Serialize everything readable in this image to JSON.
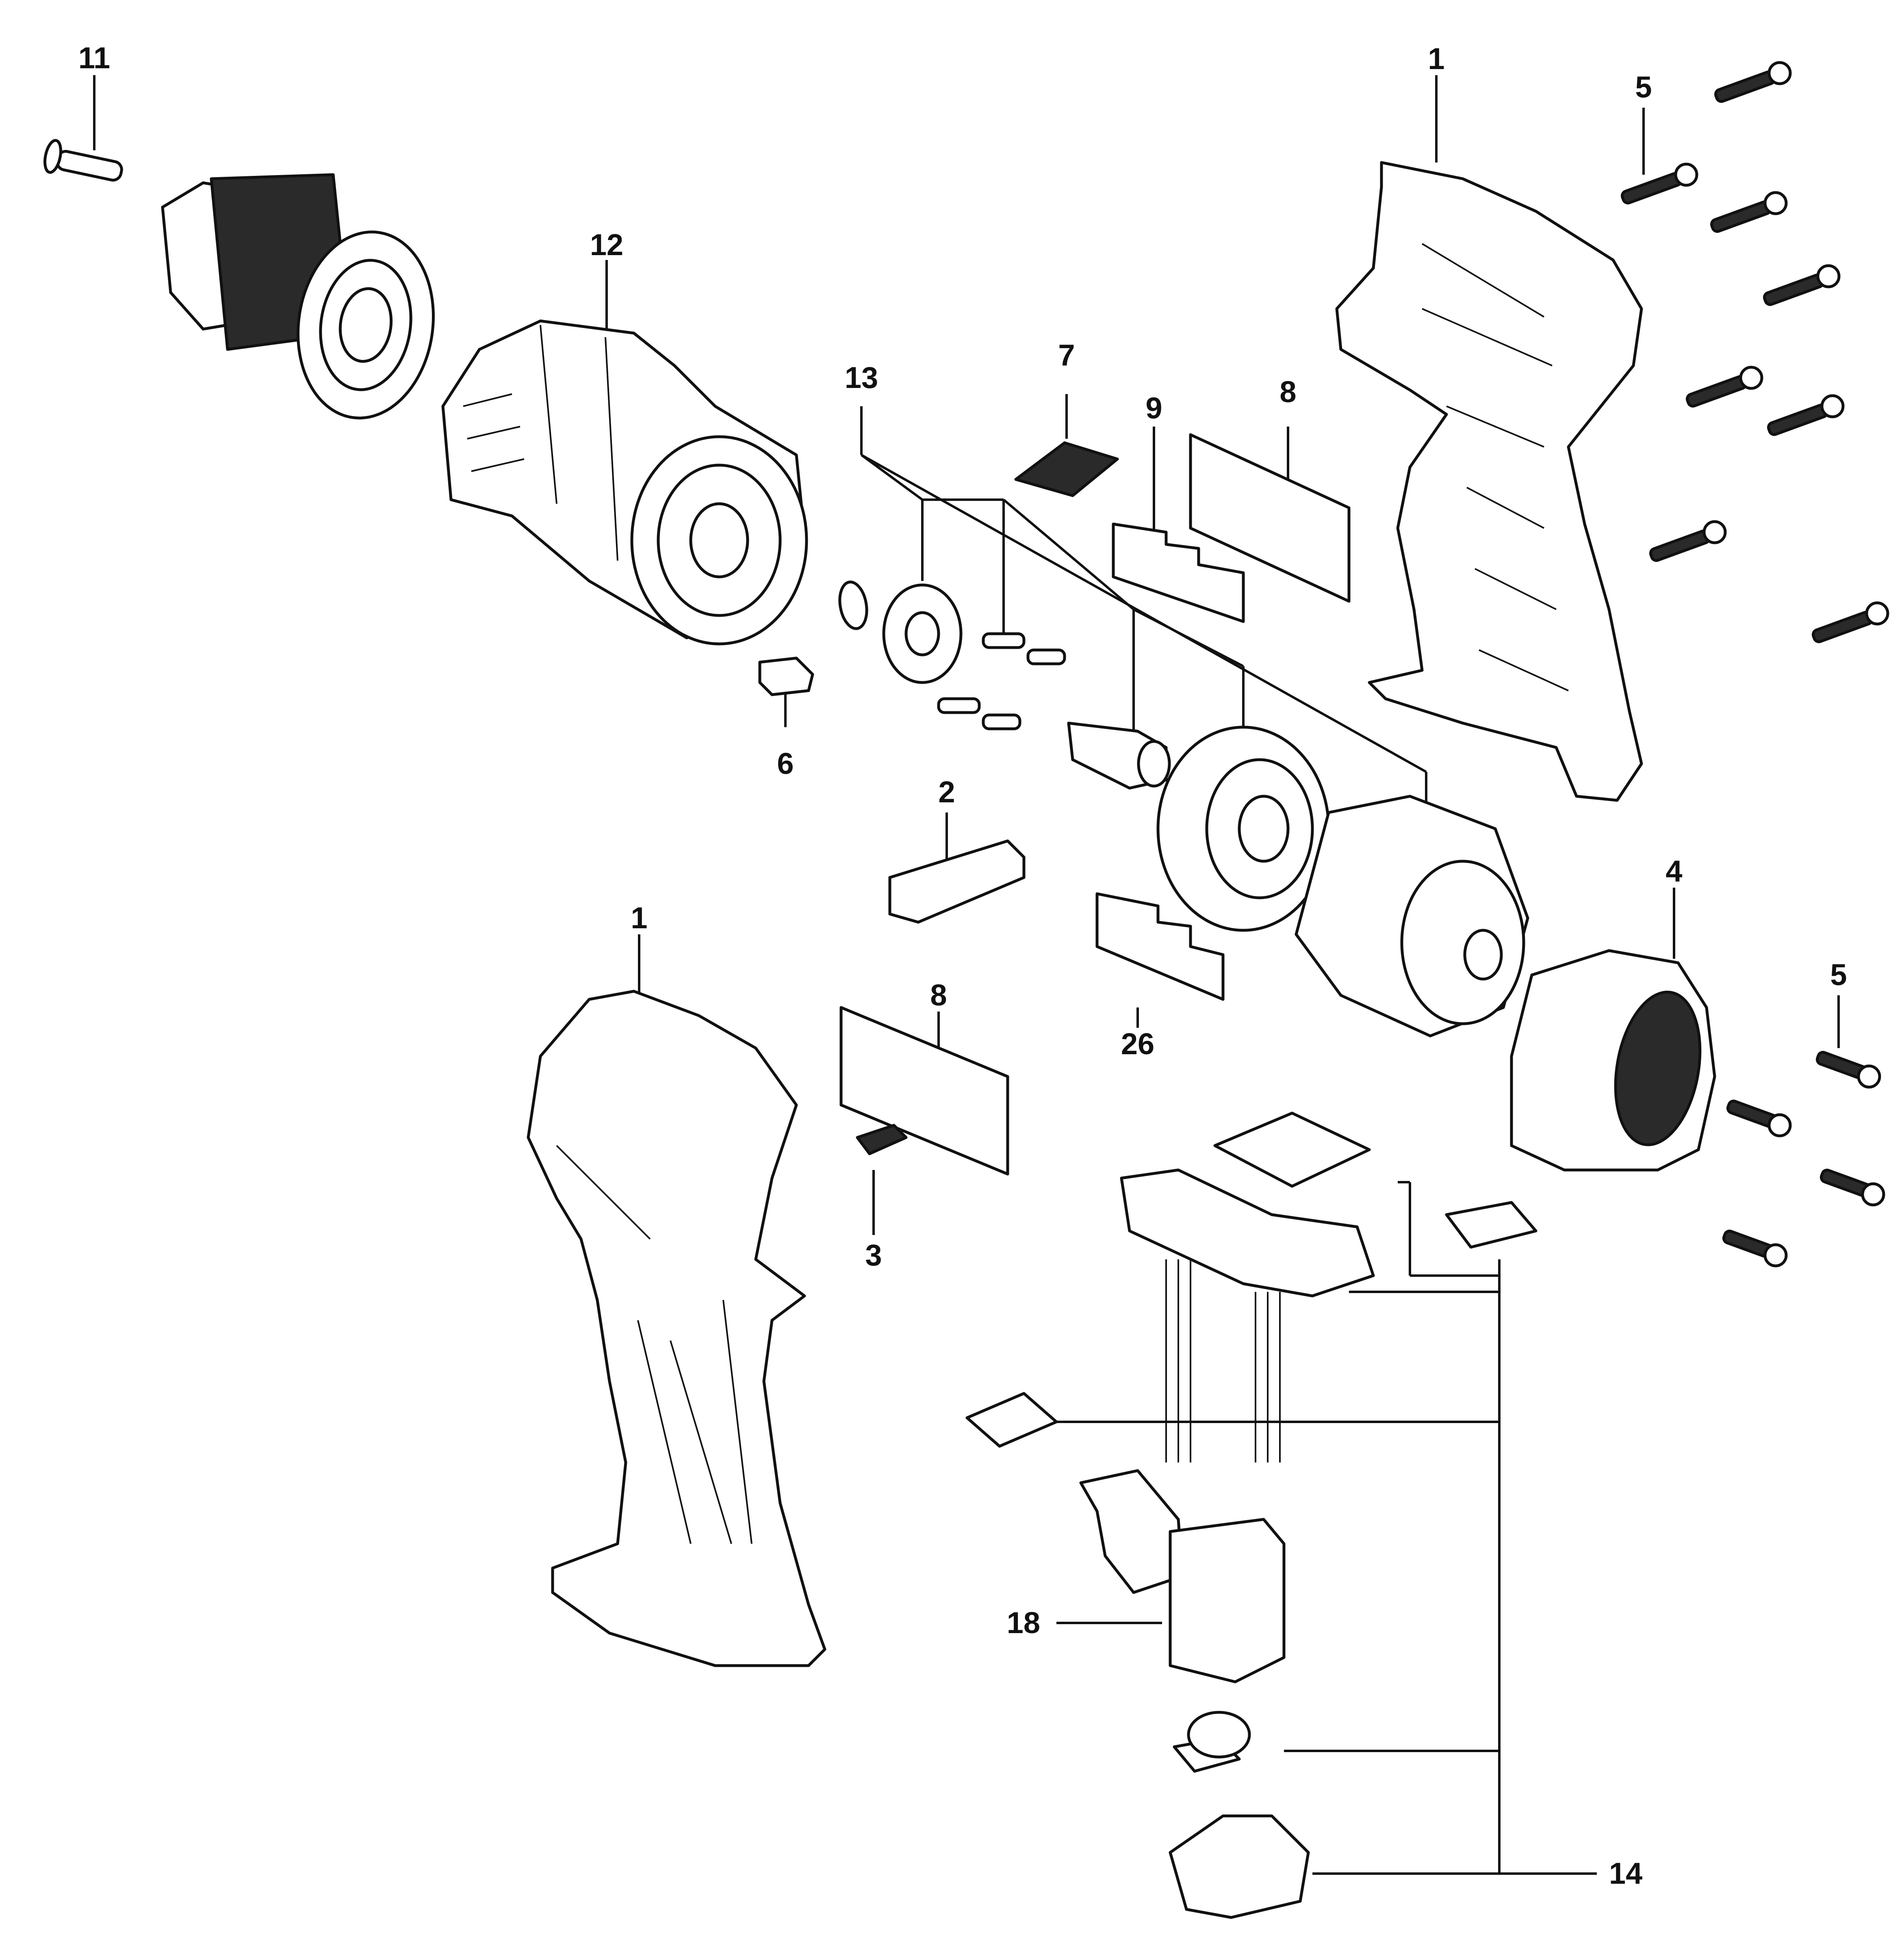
{
  "callouts": [
    {
      "id": "c-11-top",
      "text": "11"
    },
    {
      "id": "c-12",
      "text": "12"
    },
    {
      "id": "c-13",
      "text": "13"
    },
    {
      "id": "c-7",
      "text": "7"
    },
    {
      "id": "c-9",
      "text": "9"
    },
    {
      "id": "c-8-top",
      "text": "8"
    },
    {
      "id": "c-1-top",
      "text": "1"
    },
    {
      "id": "c-5-top",
      "text": "5"
    },
    {
      "id": "c-6",
      "text": "6"
    },
    {
      "id": "c-2",
      "text": "2"
    },
    {
      "id": "c-4",
      "text": "4"
    },
    {
      "id": "c-5-right",
      "text": "5"
    },
    {
      "id": "c-1-left",
      "text": "1"
    },
    {
      "id": "c-8-bottom",
      "text": "8"
    },
    {
      "id": "c-26",
      "text": "26"
    },
    {
      "id": "c-3",
      "text": "3"
    },
    {
      "id": "c-18",
      "text": "18"
    },
    {
      "id": "c-14",
      "text": "14"
    }
  ],
  "colors": {
    "line": "#111111",
    "background": "#ffffff",
    "fill_dark": "#2a2a2a"
  }
}
